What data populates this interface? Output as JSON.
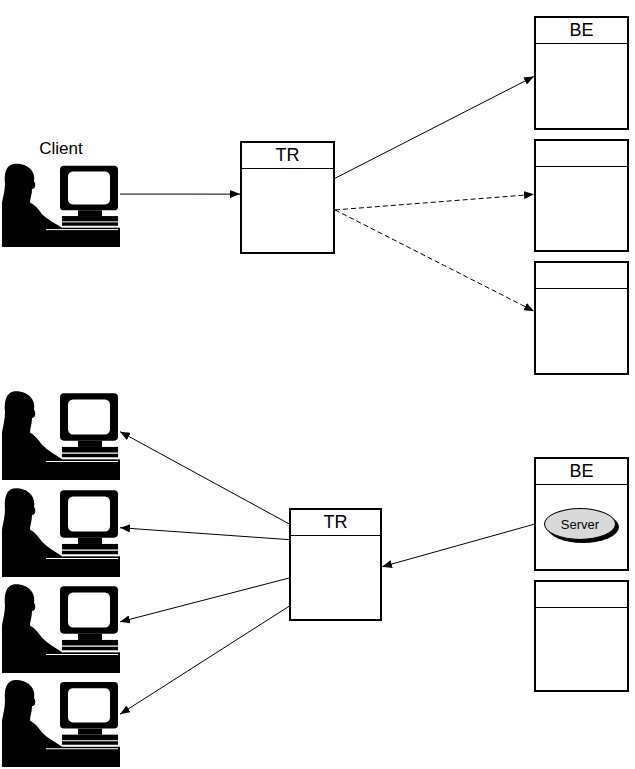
{
  "diagram": {
    "nodes": [
      {
        "text": [
          "Client"
        ]
      },
      {
        "text": [
          "TR"
        ]
      },
      {
        "text": [
          "BE"
        ]
      },
      {
        "text": []
      },
      {
        "text": []
      },
      {
        "text": []
      },
      {
        "text": []
      },
      {
        "text": []
      },
      {
        "text": []
      },
      {
        "text": [
          "TR"
        ]
      },
      {
        "text": [
          "BE"
        ]
      },
      {
        "text": [
          "Server"
        ],
        "in": 10
      },
      {
        "text": []
      }
    ],
    "edges": [
      {
        "from": 0,
        "to": 1,
        "arrow": "to"
      },
      {
        "from": 1,
        "to": 2,
        "arrow": "to"
      },
      {
        "from": 1,
        "to": 3,
        "arrow": "to"
      },
      {
        "from": 1,
        "to": 4,
        "arrow": "to"
      },
      {
        "from": 10,
        "to": 9,
        "arrow": "to"
      },
      {
        "from": 9,
        "to": 5,
        "arrow": "to"
      },
      {
        "from": 9,
        "to": 6,
        "arrow": "to"
      },
      {
        "from": 9,
        "to": 7,
        "arrow": "to"
      },
      {
        "from": 9,
        "to": 8,
        "arrow": "to"
      }
    ]
  }
}
